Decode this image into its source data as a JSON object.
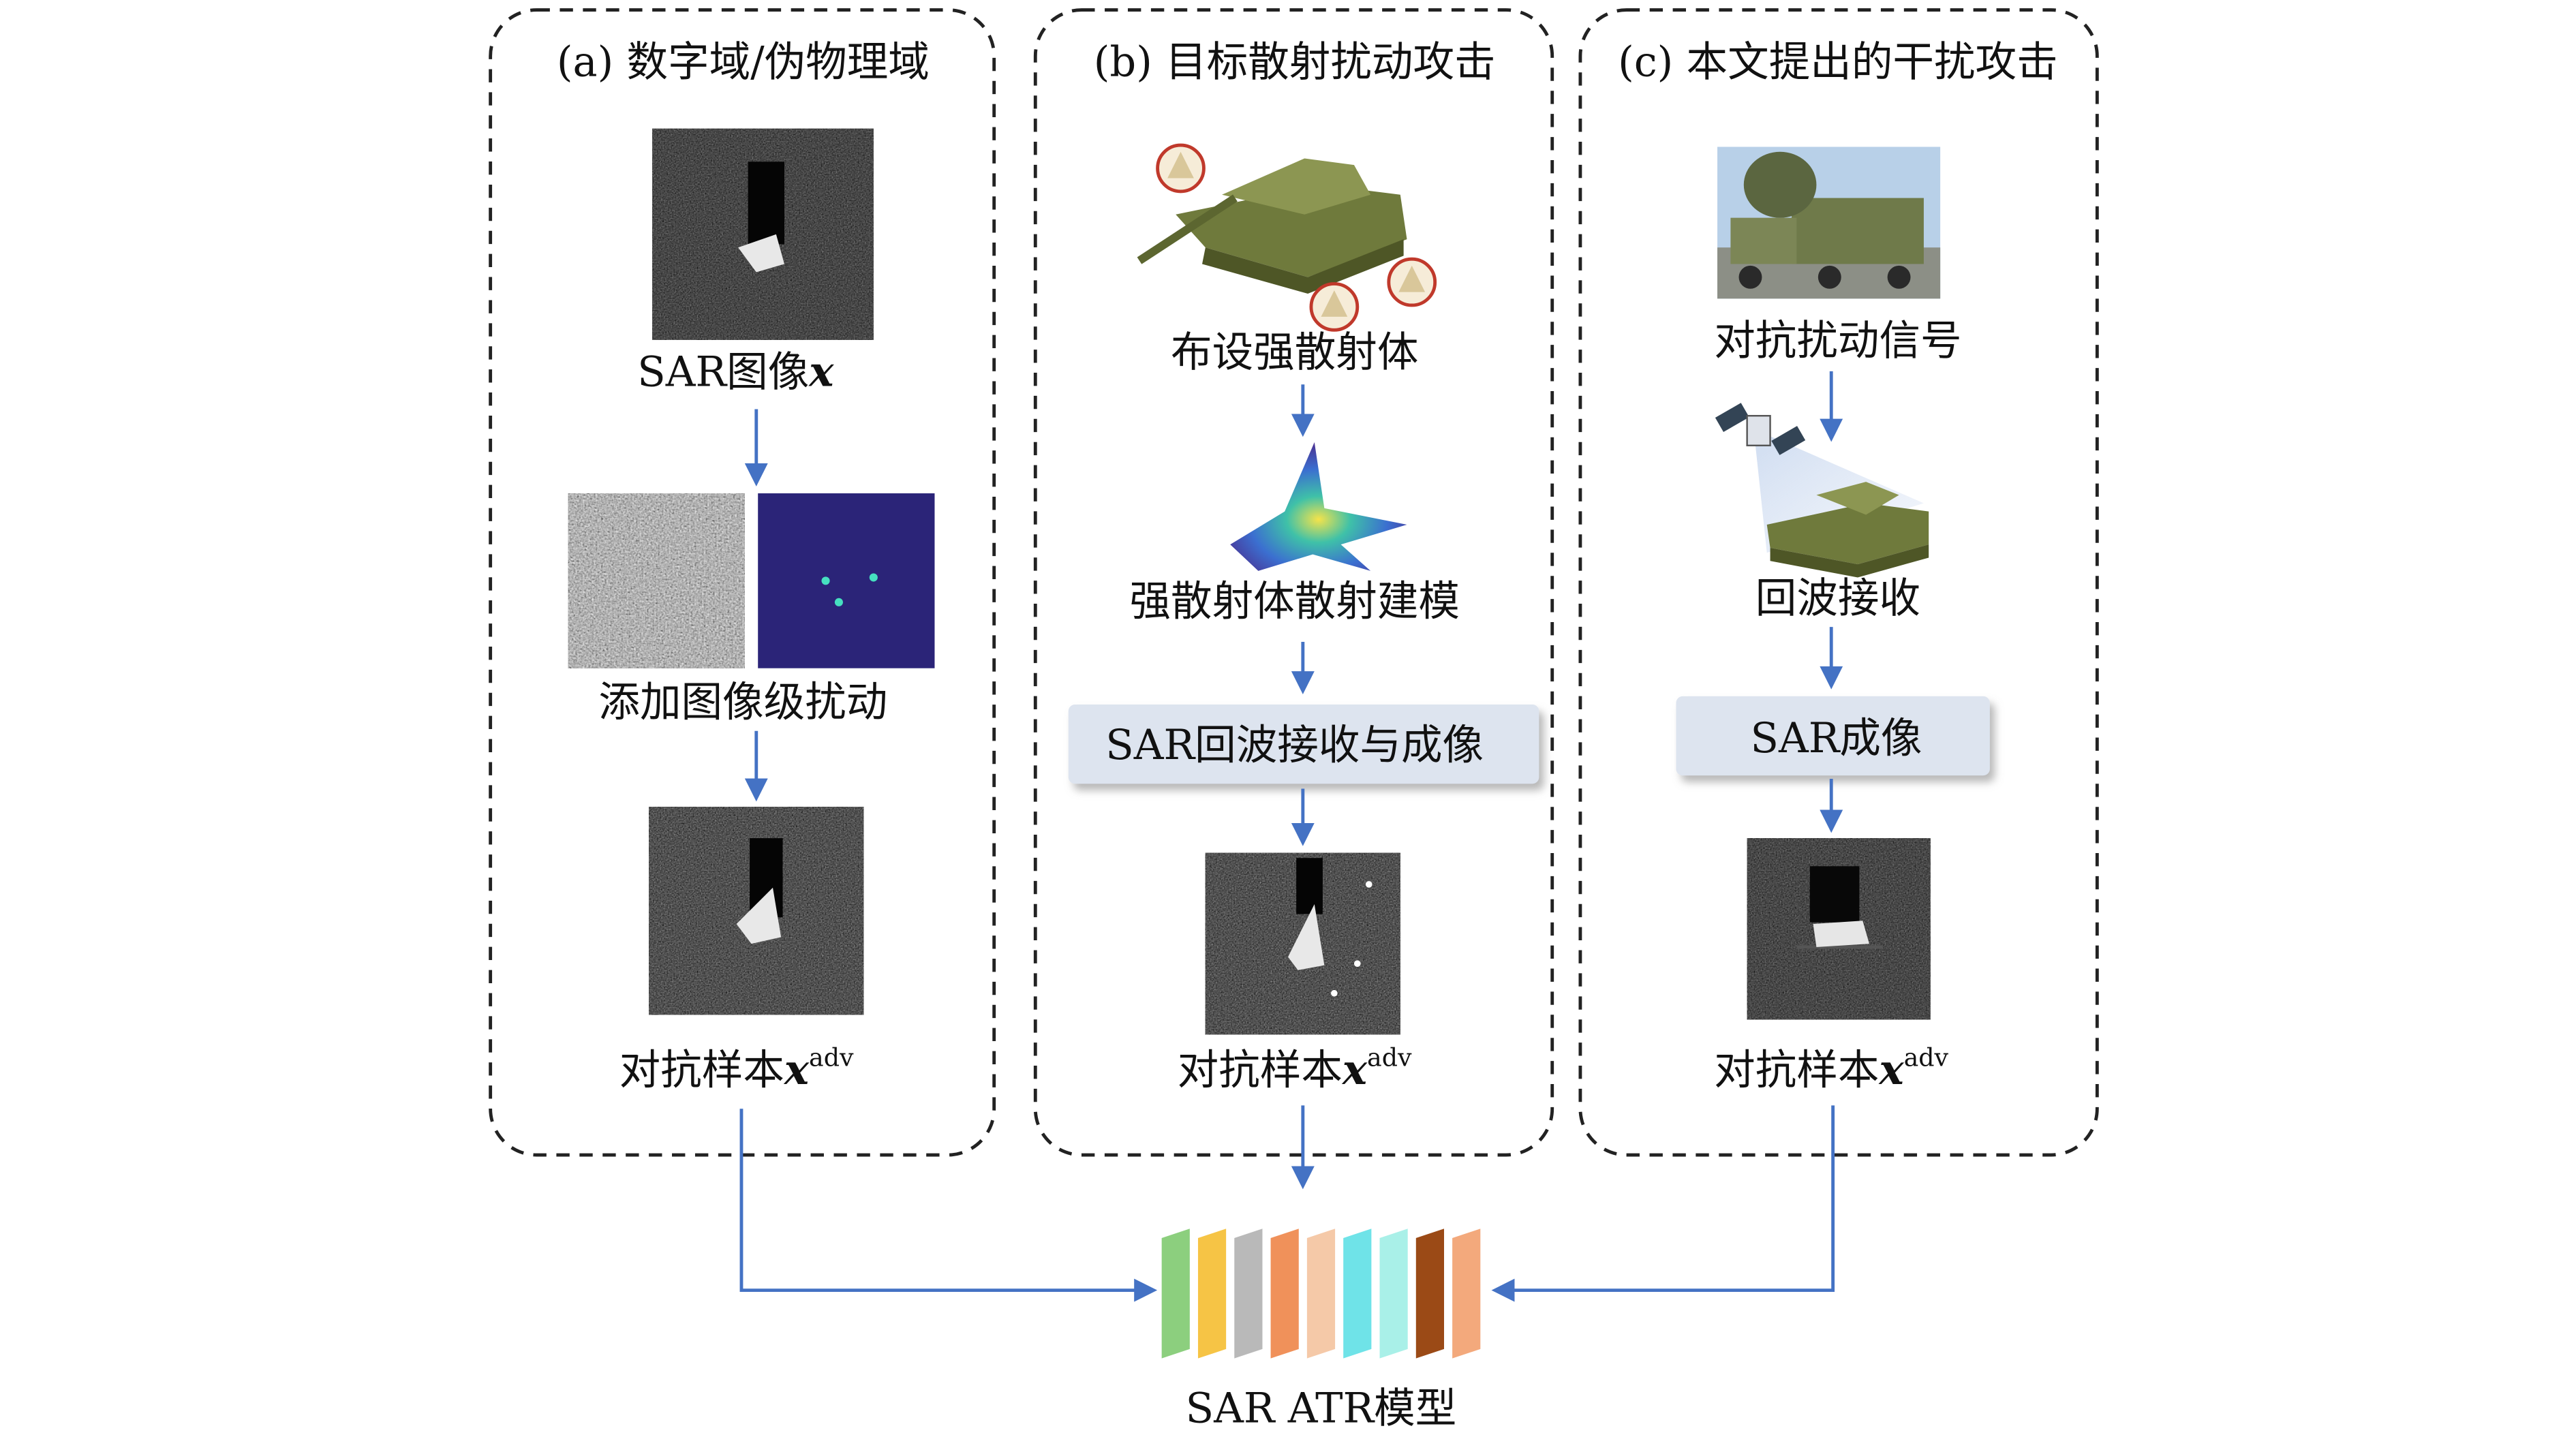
{
  "panel_a": {
    "title": "(a) 数字域/伪物理域",
    "sar_image_label": "SAR图像",
    "x_symbol": "x",
    "perturb_label": "添加图像级扰动",
    "adv_label": "对抗样本",
    "adv_superscript": "adv"
  },
  "panel_b": {
    "title": "(b) 目标散射扰动攻击",
    "scatterer_label": "布设强散射体",
    "model_label": "强散射体散射建模",
    "imaging_box": "SAR回波接收与成像",
    "adv_label": "对抗样本",
    "adv_superscript": "adv"
  },
  "panel_c": {
    "title": "(c) 本文提出的干扰攻击",
    "jamming_label": "对抗扰动信号",
    "echo_label": "回波接收",
    "imaging_box": "SAR成像",
    "adv_label": "对抗样本",
    "adv_superscript": "adv"
  },
  "model": {
    "label": "SAR ATR模型",
    "layer_colors": [
      "#8ccf7e",
      "#f6c445",
      "#b9b9b9",
      "#f0915a",
      "#f5c9a8",
      "#6fe3e8",
      "#a9f0e8",
      "#9b4a16",
      "#f3a97c"
    ]
  },
  "colors": {
    "arrow": "#4472c4",
    "box_fill": "#dde4ef",
    "panel_border": "#222222"
  }
}
